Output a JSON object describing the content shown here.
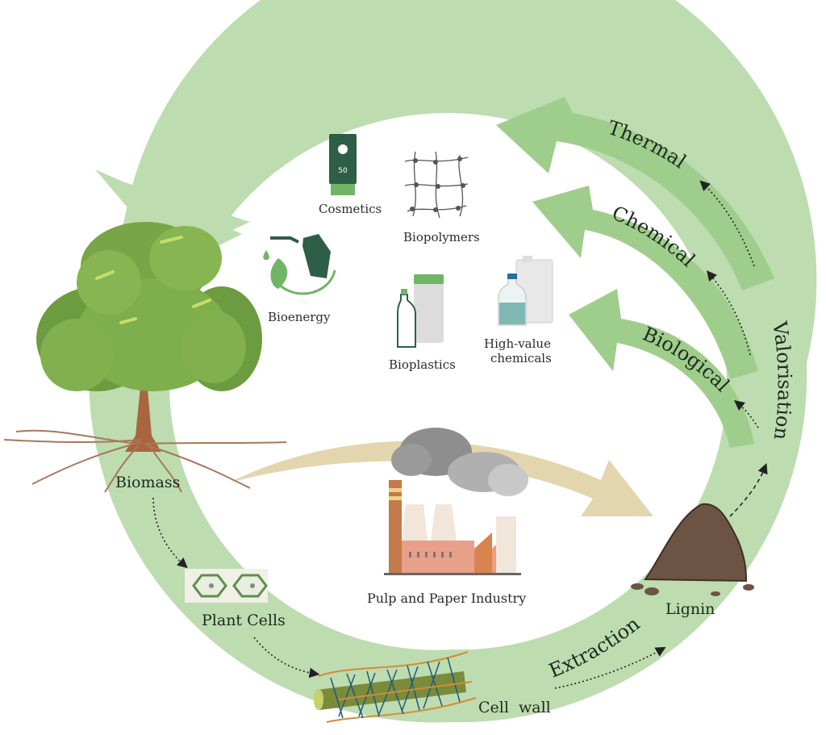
{
  "diagram": {
    "title": "Lignin valorisation cycle",
    "colors": {
      "ring": "#bddcb0",
      "arrow_mid": "#a6d193",
      "arrow_dark": "#8fc57c",
      "pulp_arrow": "#e3d5ae",
      "text": "#1e2a1e",
      "cosmetics_tube": "#2f5e48",
      "soil": "#6b5443"
    },
    "stages": {
      "biomass": "Biomass",
      "plant_cells": "Plant Cells",
      "cell_wall": "Cell  wall",
      "lignin": "Lignin"
    },
    "processes": {
      "extraction": "Extraction",
      "valorisation": "Valorisation",
      "routes": [
        "Thermal",
        "Chemical",
        "Biological"
      ]
    },
    "products": {
      "cosmetics": "Cosmetics",
      "cosmetics_spf": "50",
      "biopolymers": "Biopolymers",
      "bioenergy": "Bioenergy",
      "bioplastics": "Bioplastics",
      "high_value_line1": "High-value",
      "high_value_line2": "chemicals"
    },
    "industry": {
      "label": "Pulp and Paper Industry"
    }
  }
}
